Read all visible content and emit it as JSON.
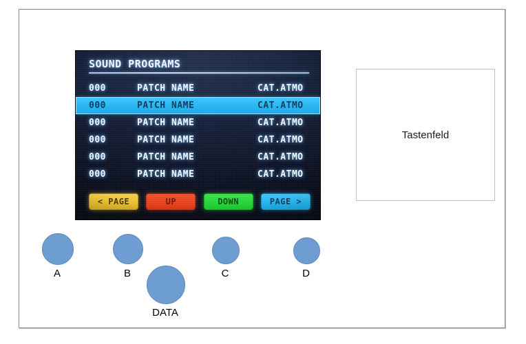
{
  "device": {
    "keypad_label": "Tastenfeld"
  },
  "lcd": {
    "title": "SOUND PROGRAMS",
    "columns": [
      "id",
      "name",
      "category"
    ],
    "rows": [
      {
        "id": "000",
        "name": "PATCH NAME",
        "category": "CAT.ATMO",
        "selected": false
      },
      {
        "id": "000",
        "name": "PATCH NAME",
        "category": "CAT.ATMO",
        "selected": true
      },
      {
        "id": "000",
        "name": "PATCH NAME",
        "category": "CAT.ATMO",
        "selected": false
      },
      {
        "id": "000",
        "name": "PATCH NAME",
        "category": "CAT.ATMO",
        "selected": false
      },
      {
        "id": "000",
        "name": "PATCH NAME",
        "category": "CAT.ATMO",
        "selected": false
      },
      {
        "id": "000",
        "name": "PATCH NAME",
        "category": "CAT.ATMO",
        "selected": false
      }
    ],
    "buttons": [
      {
        "label": "< PAGE",
        "color": "#e8bf2f"
      },
      {
        "label": "UP",
        "color": "#e8401c"
      },
      {
        "label": "DOWN",
        "color": "#24d437"
      },
      {
        "label": "PAGE >",
        "color": "#22b4ee"
      }
    ]
  },
  "knobs": [
    {
      "label": "A",
      "color": "#6d9dd1"
    },
    {
      "label": "B",
      "color": "#6d9dd1"
    },
    {
      "label": "C",
      "color": "#6d9dd1"
    },
    {
      "label": "D",
      "color": "#6d9dd1"
    },
    {
      "label": "DATA",
      "color": "#6d9dd1"
    }
  ]
}
